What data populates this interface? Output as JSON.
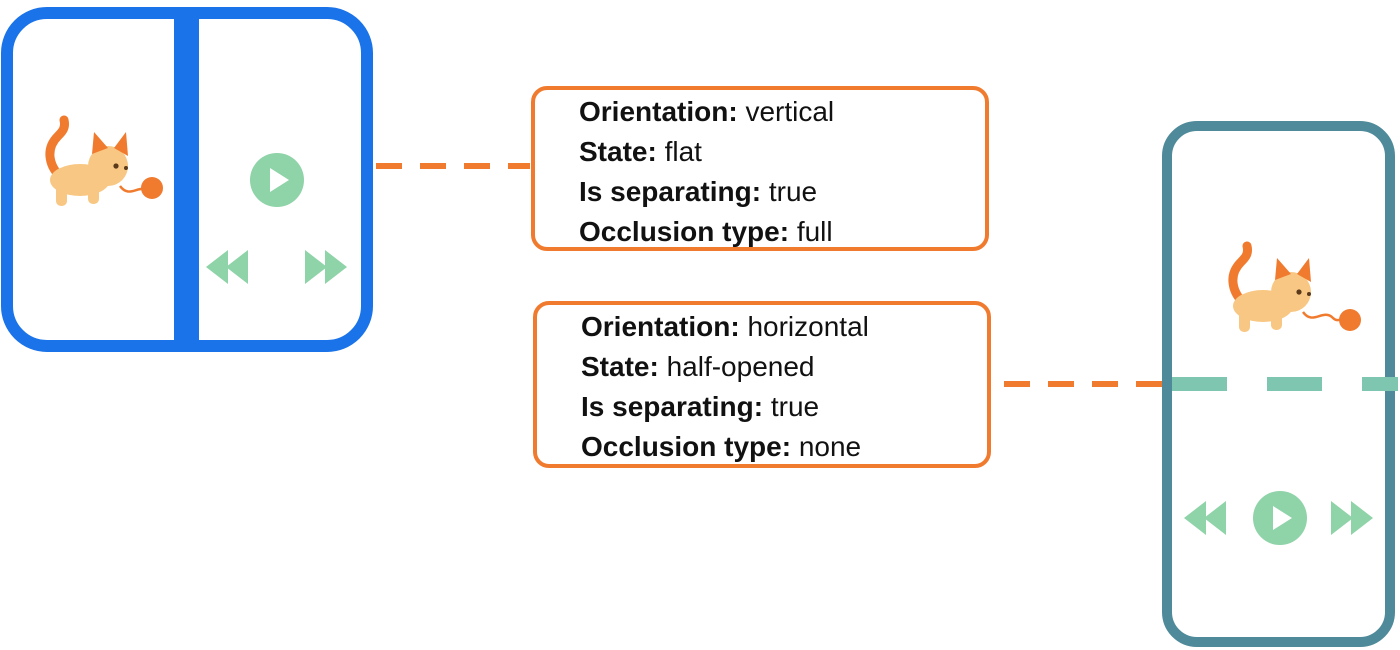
{
  "colors": {
    "accent_orange": "#F07B2F",
    "flat_device_border": "#1A73E8",
    "tabletop_device_border": "#4E8A99",
    "control_green": "#8FD3A8",
    "hinge_teal": "#7FC6B0",
    "cat_fur": "#F8C783",
    "ball": "#F07B2F"
  },
  "icons": [
    "cat-illustration",
    "play-icon",
    "rewind-icon",
    "fast-forward-icon",
    "yarn-ball-icon"
  ],
  "feature_vertical": {
    "orientation_label": "Orientation:",
    "orientation_value": " vertical",
    "state_label": "State:",
    "state_value": " flat",
    "separating_label": "Is separating:",
    "separating_value": " true",
    "occlusion_label": "Occlusion type:",
    "occlusion_value": " full"
  },
  "feature_horizontal": {
    "orientation_label": "Orientation:",
    "orientation_value": " horizontal",
    "state_label": "State:",
    "state_value": " half-opened",
    "separating_label": "Is separating:",
    "separating_value": " true",
    "occlusion_label": "Occlusion type:",
    "occlusion_value": " none"
  }
}
